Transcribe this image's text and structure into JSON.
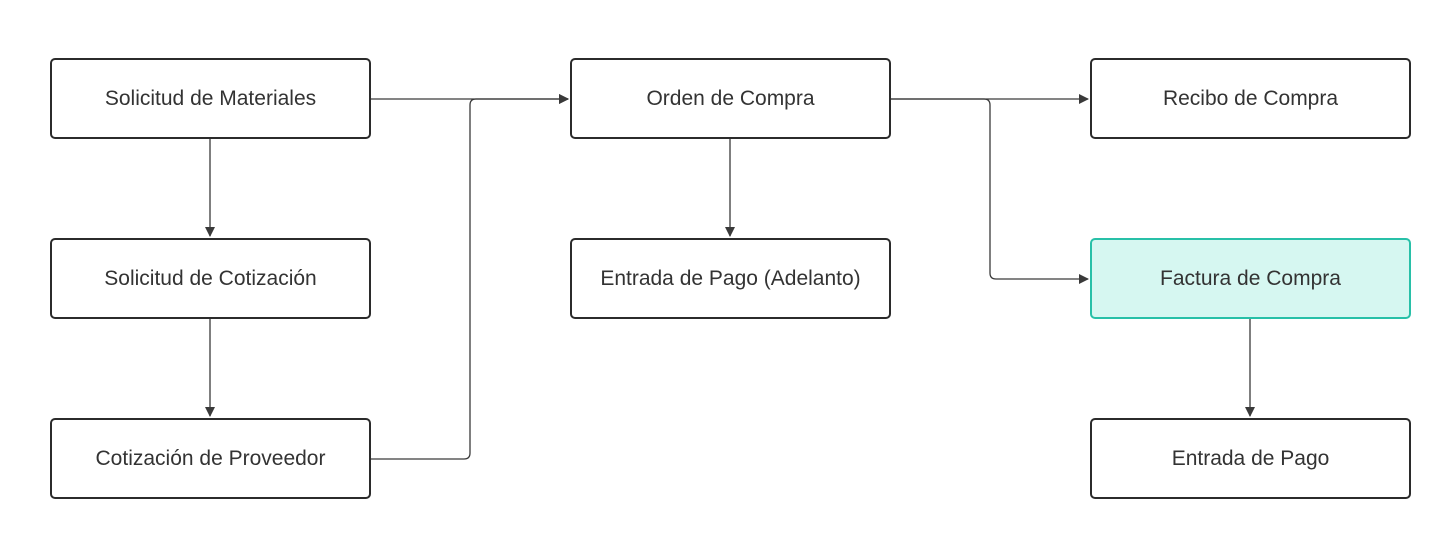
{
  "nodes": {
    "solicitud_materiales": {
      "label": "Solicitud de Materiales"
    },
    "solicitud_cotizacion": {
      "label": "Solicitud de Cotización"
    },
    "cotizacion_proveedor": {
      "label": "Cotización de Proveedor"
    },
    "orden_compra": {
      "label": "Orden de Compra"
    },
    "entrada_pago_adelanto": {
      "label": "Entrada de Pago (Adelanto)"
    },
    "recibo_compra": {
      "label": "Recibo de Compra"
    },
    "factura_compra": {
      "label": "Factura de Compra",
      "highlighted": true
    },
    "entrada_pago": {
      "label": "Entrada de Pago"
    }
  },
  "edges": [
    {
      "from": "solicitud_materiales",
      "to": "solicitud_cotizacion"
    },
    {
      "from": "solicitud_cotizacion",
      "to": "cotizacion_proveedor"
    },
    {
      "from": "solicitud_materiales",
      "to": "orden_compra"
    },
    {
      "from": "cotizacion_proveedor",
      "to": "orden_compra"
    },
    {
      "from": "orden_compra",
      "to": "entrada_pago_adelanto"
    },
    {
      "from": "orden_compra",
      "to": "recibo_compra"
    },
    {
      "from": "orden_compra",
      "to": "factura_compra"
    },
    {
      "from": "factura_compra",
      "to": "entrada_pago"
    }
  ],
  "colors": {
    "node_border": "#2b2b2b",
    "node_text": "#333333",
    "connector": "#3a3a3a",
    "highlight_fill": "#d6f7f1",
    "highlight_border": "#28c0a8"
  }
}
